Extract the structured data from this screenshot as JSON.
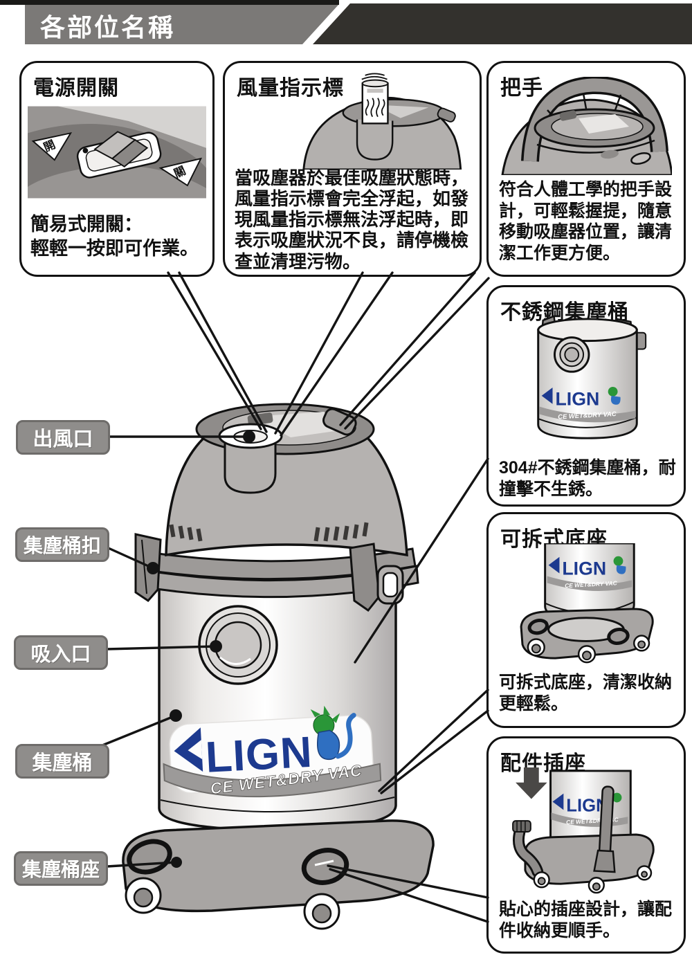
{
  "header": {
    "title": "各部位名稱"
  },
  "callouts": {
    "power_switch": {
      "title": "電源開關",
      "desc": "簡易式開關：\n輕輕一按即可作業。",
      "on_label": "開",
      "off_label": "關"
    },
    "airflow_indicator": {
      "title": "風量指示標",
      "desc": "當吸塵器於最佳吸塵狀態時，\n風量指示標會完全浮起，如發\n現風量指示標無法浮起時，即\n表示吸塵狀況不良，請停機檢\n查並清理污物。"
    },
    "handle": {
      "title": "把手",
      "desc": "符合人體工學的把手設\n計，可輕鬆握提，隨意\n移動吸塵器位置，讓清\n潔工作更方便。"
    },
    "steel_tank": {
      "title": "不銹鋼集塵桶",
      "desc": "304#不銹鋼集塵桶，耐\n撞擊不生銹。"
    },
    "detachable_base": {
      "title": "可拆式底座",
      "desc": "可拆式底座，清潔收納\n更輕鬆。"
    },
    "accessory_socket": {
      "title": "配件插座",
      "desc": "貼心的插座設計，讓配\n件收納更順手。"
    }
  },
  "part_labels": [
    {
      "id": "air-outlet",
      "text": "出風口"
    },
    {
      "id": "tank-latch",
      "text": "集塵桶扣"
    },
    {
      "id": "suction-inlet",
      "text": "吸入口"
    },
    {
      "id": "dust-tank",
      "text": "集塵桶"
    },
    {
      "id": "tank-base",
      "text": "集塵桶座"
    }
  ],
  "brand": {
    "logo_text": "LIGN",
    "tagline": "CE WET&DRY VAC",
    "logo_color": "#1d3a8f",
    "tagline_band_color": "#9c9a99",
    "mascot_green": "#2a9638",
    "mascot_blue": "#2f6fc1"
  },
  "colors": {
    "header_gray": "#7b7977",
    "header_dark": "#33312d",
    "label_fill": "#8f8d8b",
    "machine_gray": "#b3b0ae",
    "outline": "#111111"
  }
}
